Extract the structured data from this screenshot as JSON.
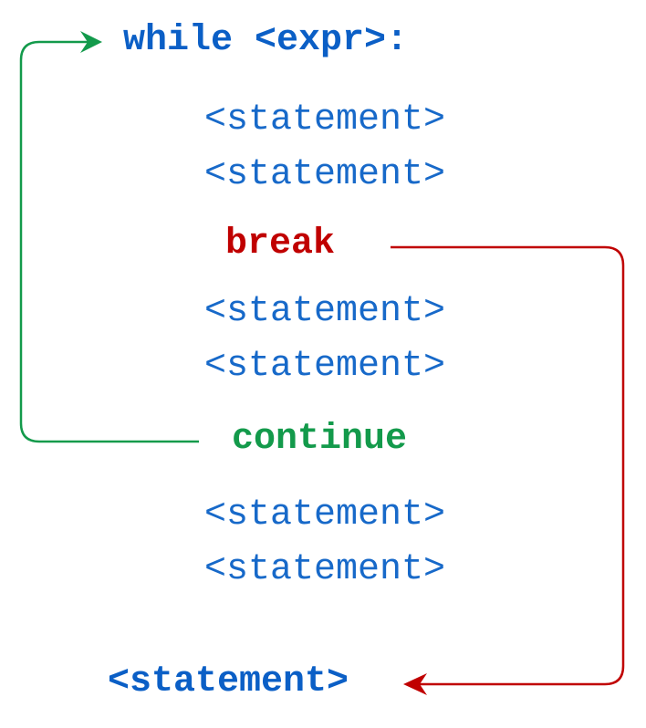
{
  "diagram": {
    "while_header": "while <expr>:",
    "statements_before_break": [
      "<statement>",
      "<statement>"
    ],
    "break_keyword": "break",
    "statements_before_continue": [
      "<statement>",
      "<statement>"
    ],
    "continue_keyword": "continue",
    "statements_after_continue": [
      "<statement>",
      "<statement>"
    ],
    "after_loop_statement": "<statement>"
  },
  "colors": {
    "keyword_blue": "#0b5fc6",
    "statement_blue": "#1769c9",
    "break_red": "#c00000",
    "continue_green": "#139a4b"
  }
}
